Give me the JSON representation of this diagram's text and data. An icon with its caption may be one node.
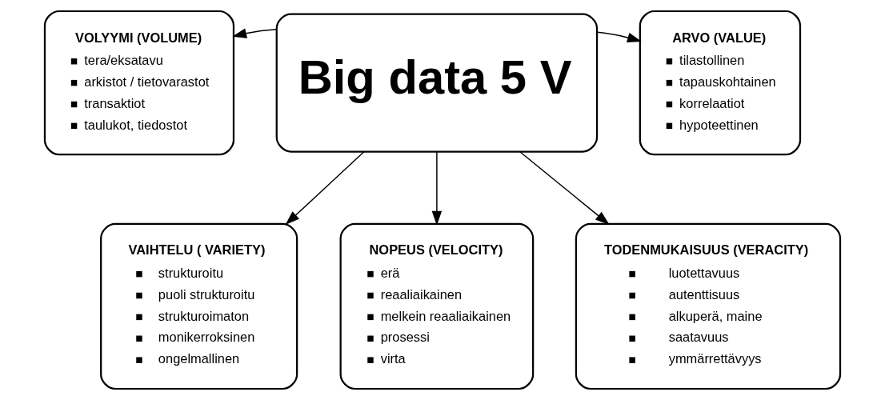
{
  "diagram": {
    "nodes": [
      {
        "text": [
          "Big data 5 V"
        ]
      },
      {
        "text": [
          "VOLYYMI (VOLUME)",
          "tera/eksatavu",
          "arkistot / tietovarastot",
          "transaktiot",
          "taulukot, tiedostot"
        ]
      },
      {
        "text": [
          "ARVO (VALUE)",
          "tilastollinen",
          "tapauskohtainen",
          "korrelaatiot",
          "hypoteettinen"
        ]
      },
      {
        "text": [
          "VAIHTELU ( VARIETY)",
          "strukturoitu",
          "puoli strukturoitu",
          "strukturoimaton",
          "monikerroksinen",
          "ongelmallinen"
        ]
      },
      {
        "text": [
          "NOPEUS (VELOCITY)",
          "erä",
          "reaaliaikainen",
          "melkein reaaliaikainen",
          "prosessi",
          "virta"
        ]
      },
      {
        "text": [
          "TODENMUKAISUUS (VERACITY)",
          "luotettavuus",
          "autenttisuus",
          "alkuperä, maine",
          "saatavuus",
          "ymmärrettävyys"
        ]
      }
    ],
    "edges": [
      {
        "from": 0,
        "to": 1,
        "arrow": "to"
      },
      {
        "from": 0,
        "to": 2,
        "arrow": "to"
      },
      {
        "from": 0,
        "to": 3,
        "arrow": "to"
      },
      {
        "from": 0,
        "to": 4,
        "arrow": "to"
      },
      {
        "from": 0,
        "to": 5,
        "arrow": "to"
      }
    ]
  }
}
